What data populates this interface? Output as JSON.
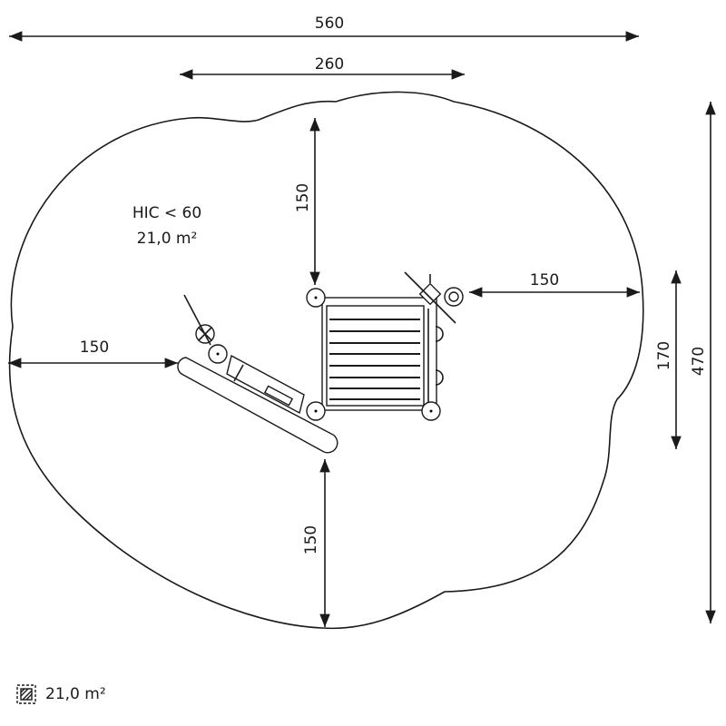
{
  "dimensions": {
    "total_width": "560",
    "structure_width": "260",
    "top_clearance": "150",
    "right_clearance": "150",
    "left_clearance": "150",
    "bottom_clearance": "150",
    "structure_depth": "170",
    "total_depth": "470"
  },
  "zone_label": {
    "hic": "HIC < 60",
    "area": "21,0 m²"
  },
  "legend": {
    "icon": "hatched-area-icon",
    "area": "21,0 m²"
  }
}
